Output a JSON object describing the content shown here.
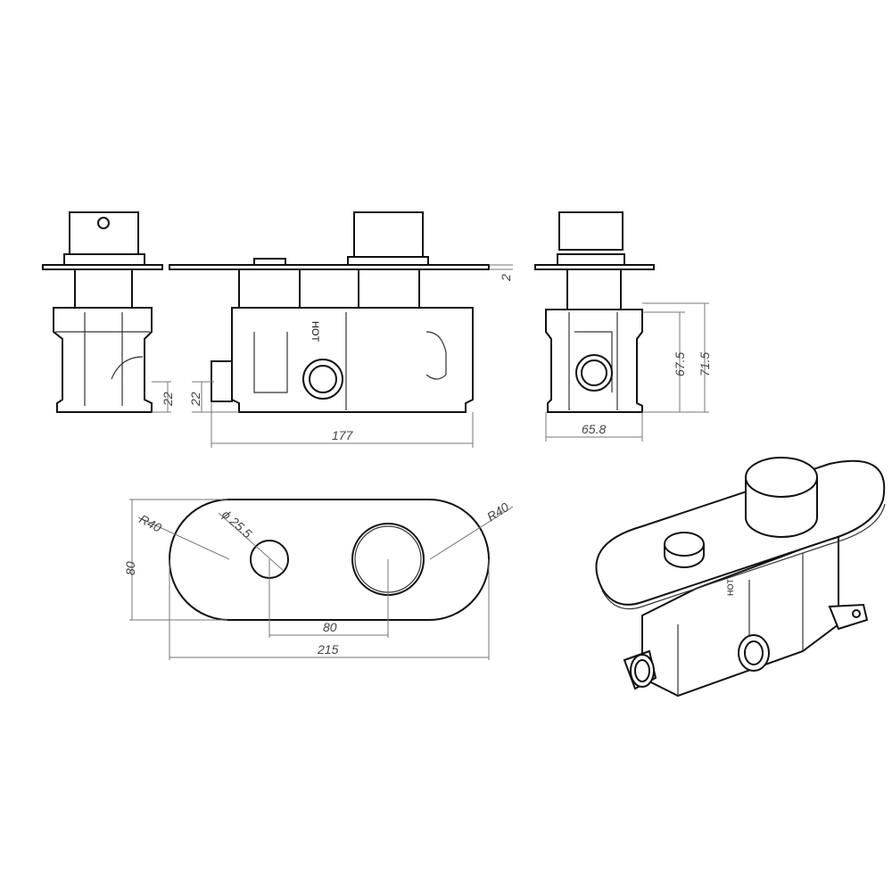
{
  "drawing": {
    "side_view_left": {
      "dim_height_inlet": "22"
    },
    "front_view": {
      "label_hot": "HOT",
      "dim_plate_thickness": "2",
      "dim_height_inlet": "22",
      "dim_width": "177"
    },
    "side_view_right": {
      "dim_height_body": "67.5",
      "dim_height_total": "71.5",
      "dim_depth": "65.8"
    },
    "plate_view": {
      "dim_radius_left": "R40",
      "dim_button_diameter": "ϕ 25.5",
      "dim_radius_right": "R40",
      "dim_height": "80",
      "dim_center_spacing": "80",
      "dim_total_width": "215"
    },
    "iso_view": {
      "label_hot": "HOT"
    }
  }
}
